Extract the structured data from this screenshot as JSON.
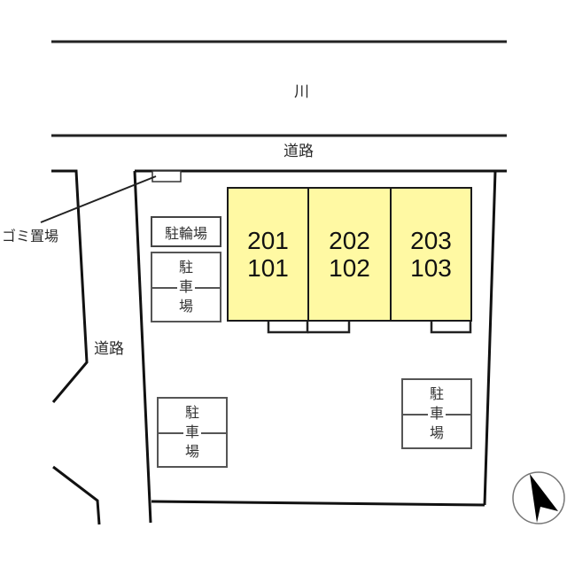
{
  "map": {
    "river_label": "川",
    "top_road_label": "道路",
    "left_road_label": "道路",
    "garbage_label": "ゴミ置場",
    "bicycle_parking_label": "駐輪場",
    "parking_label_chars": [
      "駐",
      "車",
      "場"
    ],
    "building": {
      "fill_color": "#fff9a3",
      "units": [
        {
          "upper": "201",
          "lower": "101"
        },
        {
          "upper": "202",
          "lower": "102"
        },
        {
          "upper": "203",
          "lower": "103"
        }
      ]
    },
    "parking_areas": [
      {
        "id": "parking-upper-left"
      },
      {
        "id": "parking-lower-left"
      },
      {
        "id": "parking-lower-right"
      }
    ],
    "compass": {
      "icon": "north-arrow-icon"
    }
  }
}
